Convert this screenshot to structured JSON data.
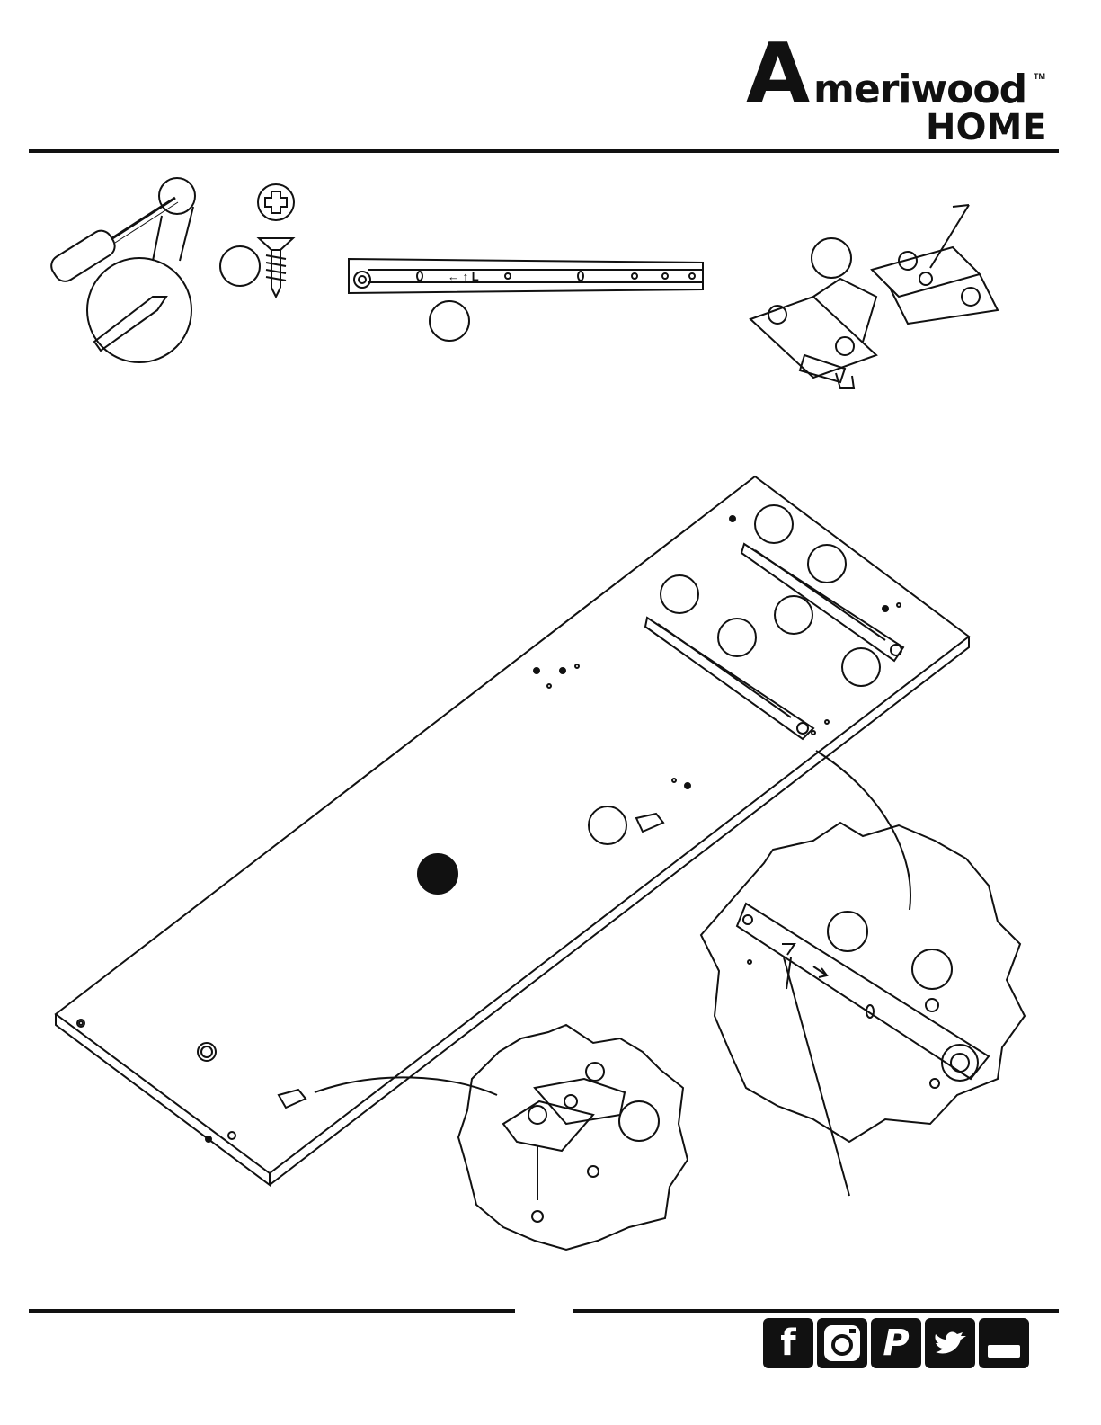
{
  "brand": {
    "logo_a": "A",
    "logo_rest": "meriwood",
    "logo_tm": "TM",
    "logo_home": "HOME"
  },
  "social_icons": [
    {
      "name": "facebook-icon",
      "glyph": "f"
    },
    {
      "name": "instagram-icon",
      "glyph": ""
    },
    {
      "name": "pinterest-icon",
      "glyph": "P"
    },
    {
      "name": "twitter-icon",
      "glyph": ""
    },
    {
      "name": "youtube-icon",
      "glyph": ""
    }
  ],
  "colors": {
    "ink": "#111111",
    "paper": "#ffffff"
  },
  "rail_marking": "← ↑ L"
}
